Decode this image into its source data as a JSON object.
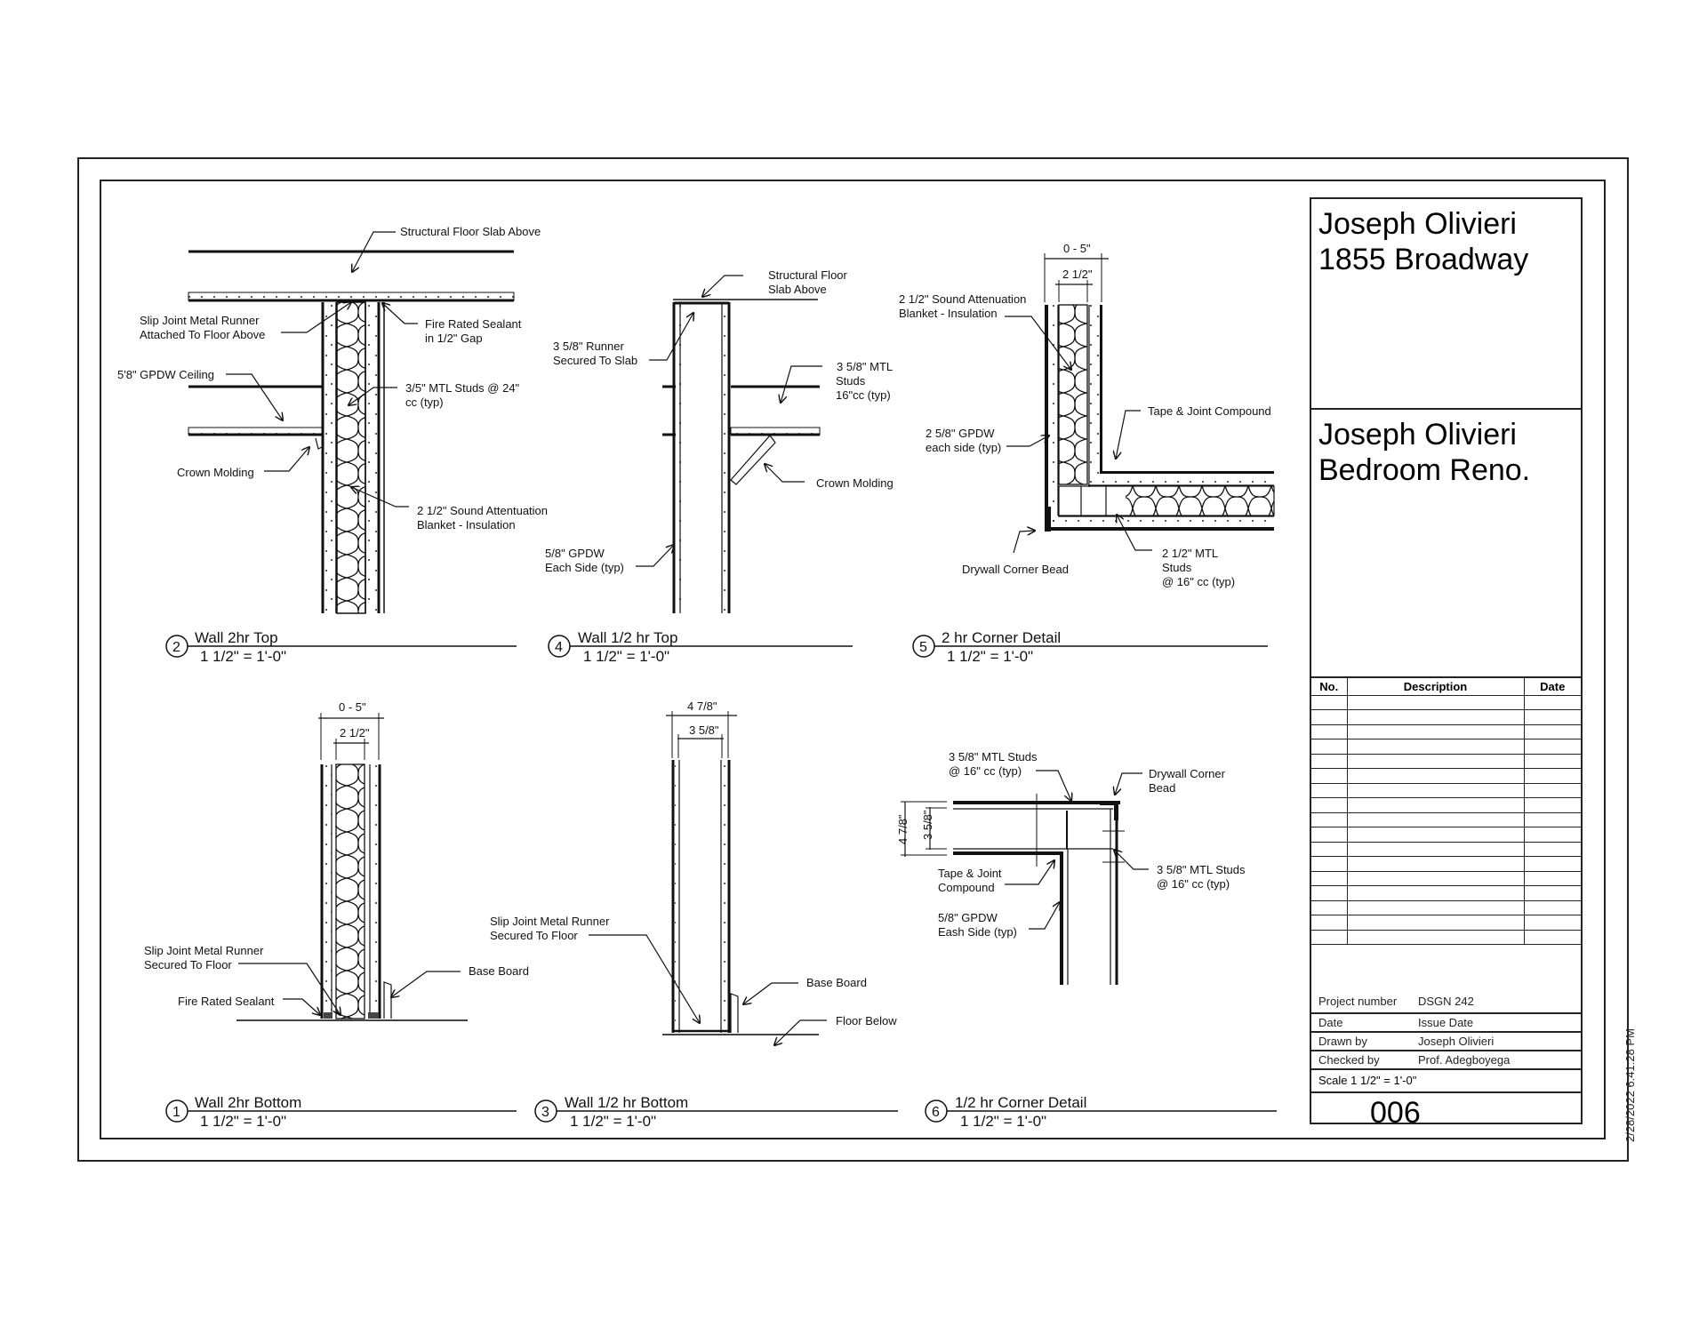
{
  "sheet": {
    "client_line1": "Joseph Olivieri",
    "client_line2": "1855 Broadway",
    "project_line1": "Joseph Olivieri",
    "project_line2": "Bedroom Reno.",
    "revision_table": {
      "headers": [
        "No.",
        "Description",
        "Date"
      ],
      "empty_rows": 17
    },
    "info": [
      {
        "label": "Project number",
        "value": "DSGN 242"
      },
      {
        "label": "Date",
        "value": "Issue Date"
      },
      {
        "label": "Drawn by",
        "value": "Joseph Olivieri"
      },
      {
        "label": "Checked by",
        "value": "Prof. Adegboyega"
      }
    ],
    "scale": "Scale  1 1/2\" = 1'-0\"",
    "sheet_number": "006",
    "timestamp": "2/28/2022 6:41:28 PM"
  },
  "details": [
    {
      "number": "2",
      "title": "Wall 2hr Top",
      "scale": "1 1/2\" = 1'-0\"",
      "labels": {
        "slab": "Structural Floor Slab Above",
        "runner_1": "Slip Joint Metal Runner",
        "runner_2": "Attached To Floor Above",
        "sealant_1": "Fire Rated Sealant",
        "sealant_2": "in 1/2\" Gap",
        "ceiling": "5'8\" GPDW Ceiling",
        "studs_1": "3/5\" MTL Studs @ 24\"",
        "studs_2": "cc (typ)",
        "crown": "Crown Molding",
        "blanket_1": "2 1/2\" Sound Attentuation",
        "blanket_2": "Blanket - Insulation"
      }
    },
    {
      "number": "4",
      "title": "Wall 1/2 hr Top",
      "scale": "1 1/2\" = 1'-0\"",
      "labels": {
        "slab_1": "Structural Floor",
        "slab_2": "Slab Above",
        "runner_1": "3 5/8\" Runner",
        "runner_2": "Secured To Slab",
        "studs_1": "3 5/8\" MTL",
        "studs_2": "Studs",
        "studs_3": "16\"cc (typ)",
        "crown": "Crown Molding",
        "gpdw_1": "5/8\" GPDW",
        "gpdw_2": "Each Side (typ)"
      }
    },
    {
      "number": "5",
      "title": "2 hr Corner Detail",
      "scale": "1 1/2\" = 1'-0\"",
      "dims": {
        "outer": "0 - 5\"",
        "inner": "2 1/2\""
      },
      "labels": {
        "blanket_1": "2 1/2\" Sound Attenuation",
        "blanket_2": "Blanket - Insulation",
        "tape": "Tape & Joint Compound",
        "gpdw_1": "2 5/8\" GPDW",
        "gpdw_2": "each side (typ)",
        "bead": "Drywall Corner Bead",
        "studs_1": "2 1/2\" MTL",
        "studs_2": "Studs",
        "studs_3": "@ 16\" cc (typ)"
      }
    },
    {
      "number": "1",
      "title": "Wall 2hr Bottom",
      "scale": "1 1/2\" = 1'-0\"",
      "dims": {
        "outer": "0 - 5\"",
        "inner": "2 1/2\""
      },
      "labels": {
        "runner_1": "Slip Joint Metal Runner",
        "runner_2": "Secured To Floor",
        "base": "Base Board",
        "sealant": "Fire Rated Sealant"
      }
    },
    {
      "number": "3",
      "title": "Wall 1/2 hr Bottom",
      "scale": "1 1/2\" = 1'-0\"",
      "dims": {
        "outer": "4 7/8\"",
        "inner": "3 5/8\""
      },
      "labels": {
        "runner_1": "Slip Joint Metal Runner",
        "runner_2": "Secured To Floor",
        "base": "Base Board",
        "floor": "Floor Below"
      }
    },
    {
      "number": "6",
      "title": "1/2 hr Corner Detail",
      "scale": "1 1/2\" = 1'-0\"",
      "dims": {
        "outer": "4 7/8\"",
        "inner": "3 5/8\""
      },
      "labels": {
        "studs_top_1": "3 5/8\" MTL Studs",
        "studs_top_2": "@ 16\" cc (typ)",
        "bead_1": "Drywall Corner",
        "bead_2": "Bead",
        "tape_1": "Tape & Joint",
        "tape_2": "Compound",
        "studs_r_1": "3 5/8\" MTL Studs",
        "studs_r_2": "@ 16\" cc (typ)",
        "gpdw_1": "5/8\" GPDW",
        "gpdw_2": "Eash Side (typ)"
      }
    }
  ]
}
